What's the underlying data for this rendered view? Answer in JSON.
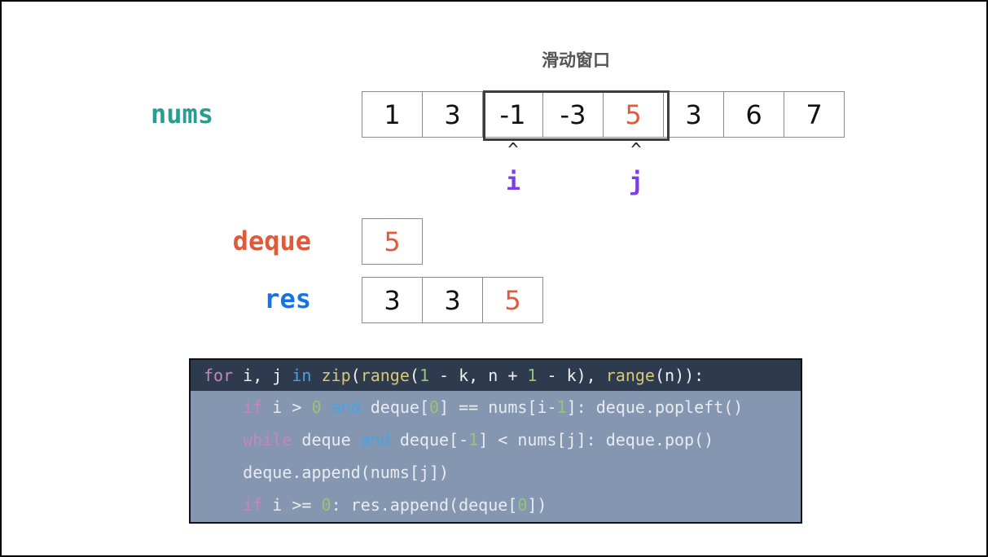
{
  "title": "滑动窗口",
  "colors": {
    "nums_label": "#2a9d8f",
    "deque_label": "#e05a3a",
    "res_label": "#1473e6",
    "pointer_label": "#7b3fe4",
    "highlight_value": "#e05a3a",
    "code_keyword": "#c586c0",
    "code_keyword2": "#4aa3df",
    "code_number": "#98c379",
    "code_builtin": "#d7c873"
  },
  "nums": {
    "label": "nums",
    "values": [
      "1",
      "3",
      "-1",
      "-3",
      "5",
      "3",
      "6",
      "7"
    ],
    "highlight_index": 4
  },
  "pointers": [
    {
      "caret": "^",
      "label": "i"
    },
    {
      "caret": "^",
      "label": "j"
    }
  ],
  "deque": {
    "label": "deque",
    "values": [
      "5"
    ],
    "highlight_index": 0
  },
  "res": {
    "label": "res",
    "values": [
      "3",
      "3",
      "5"
    ],
    "highlight_index": 2
  },
  "code": {
    "lines": [
      {
        "indent": "",
        "tokens": [
          [
            "kw",
            "for"
          ],
          [
            "",
            " i, j "
          ],
          [
            "kw2",
            "in"
          ],
          [
            "",
            " "
          ],
          [
            "fn",
            "zip"
          ],
          [
            "",
            "("
          ],
          [
            "fn",
            "range"
          ],
          [
            "",
            "("
          ],
          [
            "num",
            "1"
          ],
          [
            "",
            " - k, n + "
          ],
          [
            "num",
            "1"
          ],
          [
            "",
            " - k), "
          ],
          [
            "fn",
            "range"
          ],
          [
            "",
            "(n)):"
          ]
        ]
      },
      {
        "indent": "    ",
        "tokens": [
          [
            "kw",
            "if"
          ],
          [
            "",
            " i > "
          ],
          [
            "num",
            "0"
          ],
          [
            "",
            " "
          ],
          [
            "kw2",
            "and"
          ],
          [
            "",
            " deque["
          ],
          [
            "num",
            "0"
          ],
          [
            "",
            "] == nums[i-"
          ],
          [
            "num",
            "1"
          ],
          [
            "",
            "]: deque.popleft()"
          ]
        ]
      },
      {
        "indent": "    ",
        "tokens": [
          [
            "kw",
            "while"
          ],
          [
            "",
            " deque "
          ],
          [
            "kw2",
            "and"
          ],
          [
            "",
            " deque[-"
          ],
          [
            "num",
            "1"
          ],
          [
            "",
            "] < nums[j]: deque.pop()"
          ]
        ]
      },
      {
        "indent": "    ",
        "tokens": [
          [
            "",
            "deque.append(nums[j])"
          ]
        ]
      },
      {
        "indent": "    ",
        "tokens": [
          [
            "kw",
            "if"
          ],
          [
            "",
            " i >= "
          ],
          [
            "num",
            "0"
          ],
          [
            "",
            ": res.append(deque["
          ],
          [
            "num",
            "0"
          ],
          [
            "",
            "])"
          ]
        ]
      }
    ]
  }
}
